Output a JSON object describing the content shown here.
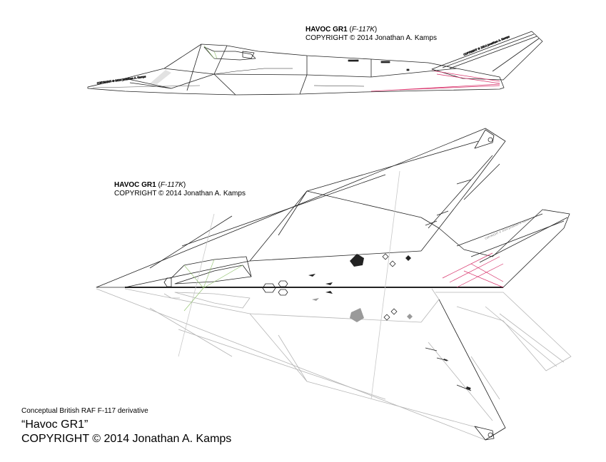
{
  "side_view": {
    "title_bold": "HAVOC GR1",
    "title_paren_open": " (",
    "title_model": "F-117K",
    "title_paren_close": ")",
    "copyright": "COPYRIGHT © 2014 Jonathan A. Kamps"
  },
  "top_view": {
    "title_bold": "HAVOC GR1",
    "title_paren_open": " (",
    "title_model": "F-117K",
    "title_paren_close": ")",
    "copyright": "COPYRIGHT © 2014 Jonathan A. Kamps"
  },
  "caption": {
    "line1": "Conceptual British RAF F-117 derivative",
    "line2": "“Havoc GR1”",
    "line3": "COPYRIGHT © 2014 Jonathan A. Kamps"
  },
  "small_marks": {
    "fin_tag": "COPYRIGHT © 2014 Jonathan A. Kamps",
    "nose_tag": "COPYRIGHT © 2014 Jonathan A. Kamps"
  },
  "colors": {
    "outline": "#222222",
    "faded": "#b5b5b5",
    "accent_pink": "#d8346c",
    "accent_green": "#8fc26a"
  }
}
